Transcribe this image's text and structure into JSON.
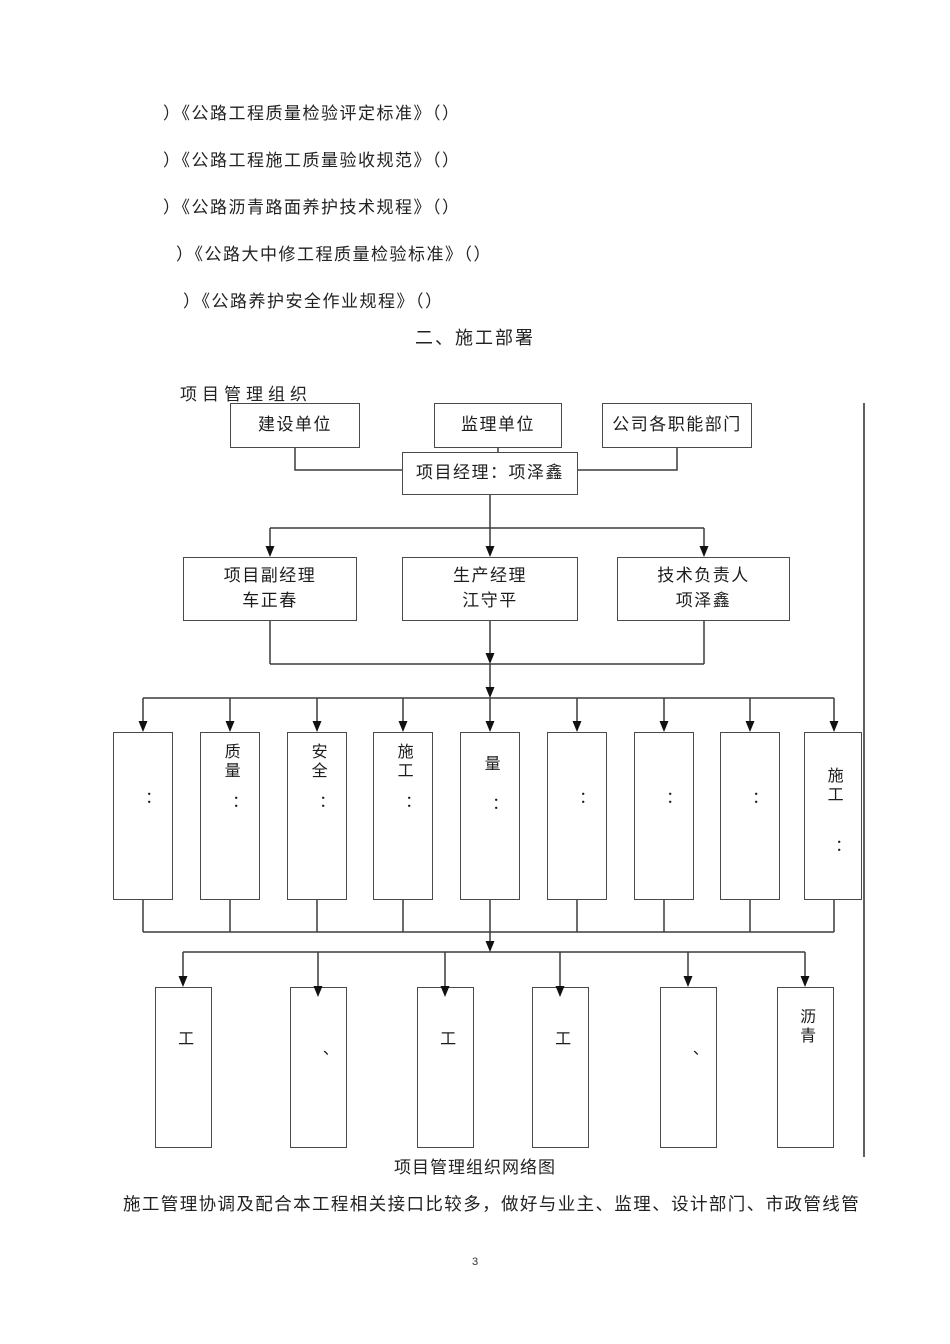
{
  "page": {
    "reference_list": [
      "）《公路工程质量检验评定标准》（）",
      "）《公路工程施工质量验收规范》（）",
      "）《公路沥青路面养护技术规程》（）",
      "）《公路大中修工程质量检验标准》（）",
      "）《公路养护安全作业规程》（）"
    ],
    "section_title": "二、施工部署",
    "diagram_label": "项目管理组织",
    "caption": "项目管理组织网络图",
    "body_text": "施工管理协调及配合本工程相关接口比较多，做好与业主、监理、设计部门、市政管线管",
    "page_number": "3"
  },
  "org_chart": {
    "top_row": [
      {
        "label": "建设单位"
      },
      {
        "label": "监理单位"
      },
      {
        "label": "公司各职能部门"
      }
    ],
    "manager": {
      "label": "项目经理：项泽鑫"
    },
    "second_row": [
      {
        "title": "项目副经理",
        "name": "车正春"
      },
      {
        "title": "生产经理",
        "name": "江守平"
      },
      {
        "title": "技术负责人",
        "name": "项泽鑫"
      }
    ],
    "middle_boxes": [
      {
        "label": "",
        "colon": "："
      },
      {
        "label": "质量",
        "colon": "："
      },
      {
        "label": "安全",
        "colon": "："
      },
      {
        "label": "施工",
        "colon": "："
      },
      {
        "label": "量",
        "colon": "："
      },
      {
        "label": "",
        "colon": "："
      },
      {
        "label": "",
        "colon": "："
      },
      {
        "label": "",
        "colon": "："
      },
      {
        "label": "施工",
        "colon": "："
      }
    ],
    "bottom_boxes": [
      {
        "label": "工"
      },
      {
        "label": "、"
      },
      {
        "label": "工"
      },
      {
        "label": "工"
      },
      {
        "label": "、"
      },
      {
        "label": "沥青"
      }
    ],
    "line_color": "#3c3c3c"
  }
}
